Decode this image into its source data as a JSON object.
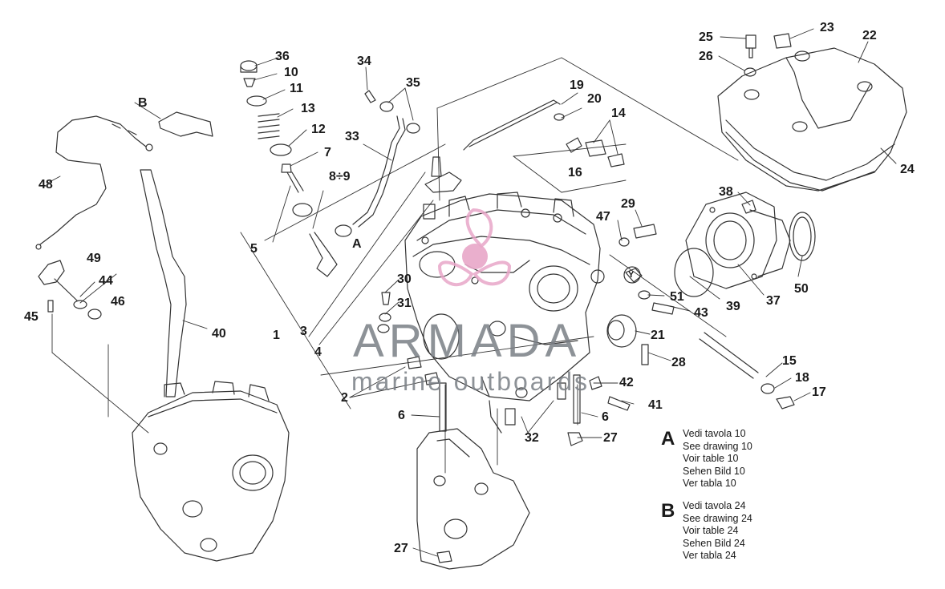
{
  "callouts": [
    {
      "id": "c36",
      "label": "36"
    },
    {
      "id": "c10",
      "label": "10"
    },
    {
      "id": "c11",
      "label": "11"
    },
    {
      "id": "c13",
      "label": "13"
    },
    {
      "id": "c12",
      "label": "12"
    },
    {
      "id": "c7",
      "label": "7"
    },
    {
      "id": "c8-9",
      "label": "8÷9"
    },
    {
      "id": "c5",
      "label": "5"
    },
    {
      "id": "c34",
      "label": "34"
    },
    {
      "id": "c35",
      "label": "35"
    },
    {
      "id": "c33",
      "label": "33"
    },
    {
      "id": "cA",
      "label": "A"
    },
    {
      "id": "cB",
      "label": "B"
    },
    {
      "id": "c48",
      "label": "48"
    },
    {
      "id": "c49",
      "label": "49"
    },
    {
      "id": "c44",
      "label": "44"
    },
    {
      "id": "c46",
      "label": "46"
    },
    {
      "id": "c45",
      "label": "45"
    },
    {
      "id": "c40",
      "label": "40"
    },
    {
      "id": "c19",
      "label": "19"
    },
    {
      "id": "c20",
      "label": "20"
    },
    {
      "id": "c14",
      "label": "14"
    },
    {
      "id": "c16",
      "label": "16"
    },
    {
      "id": "c25",
      "label": "25"
    },
    {
      "id": "c26",
      "label": "26"
    },
    {
      "id": "c23",
      "label": "23"
    },
    {
      "id": "c22",
      "label": "22"
    },
    {
      "id": "c24",
      "label": "24"
    },
    {
      "id": "c38",
      "label": "38"
    },
    {
      "id": "c47",
      "label": "47"
    },
    {
      "id": "c29",
      "label": "29"
    },
    {
      "id": "cY",
      "label": "Y"
    },
    {
      "id": "c51",
      "label": "51"
    },
    {
      "id": "c43",
      "label": "43"
    },
    {
      "id": "c39",
      "label": "39"
    },
    {
      "id": "c37",
      "label": "37"
    },
    {
      "id": "c50",
      "label": "50"
    },
    {
      "id": "c21",
      "label": "21"
    },
    {
      "id": "c28",
      "label": "28"
    },
    {
      "id": "c15",
      "label": "15"
    },
    {
      "id": "c18",
      "label": "18"
    },
    {
      "id": "c17",
      "label": "17"
    },
    {
      "id": "c30",
      "label": "30"
    },
    {
      "id": "c31",
      "label": "31"
    },
    {
      "id": "c1",
      "label": "1"
    },
    {
      "id": "c3",
      "label": "3"
    },
    {
      "id": "c4",
      "label": "4"
    },
    {
      "id": "c2",
      "label": "2"
    },
    {
      "id": "c6a",
      "label": "6"
    },
    {
      "id": "c32",
      "label": "32"
    },
    {
      "id": "c42",
      "label": "42"
    },
    {
      "id": "c41",
      "label": "41"
    },
    {
      "id": "c6b",
      "label": "6"
    },
    {
      "id": "c27a",
      "label": "27"
    },
    {
      "id": "c27b",
      "label": "27"
    }
  ],
  "watermark": {
    "word": "ARMADA",
    "subtitle": "marine outboards",
    "logo_color": "#e8a6c8",
    "text_color": "#7a7f86"
  },
  "legend": [
    {
      "letter": "A",
      "lines": [
        "Vedi tavola 10",
        "See drawing 10",
        "Voir table 10",
        "Sehen Bild 10",
        "Ver tabla 10"
      ]
    },
    {
      "letter": "B",
      "lines": [
        "Vedi tavola 24",
        "See drawing 24",
        "Voir table 24",
        "Sehen Bild 24",
        "Ver tabla 24"
      ]
    }
  ],
  "colors": {
    "ink": "#1a1a1a",
    "line": "#333333"
  }
}
